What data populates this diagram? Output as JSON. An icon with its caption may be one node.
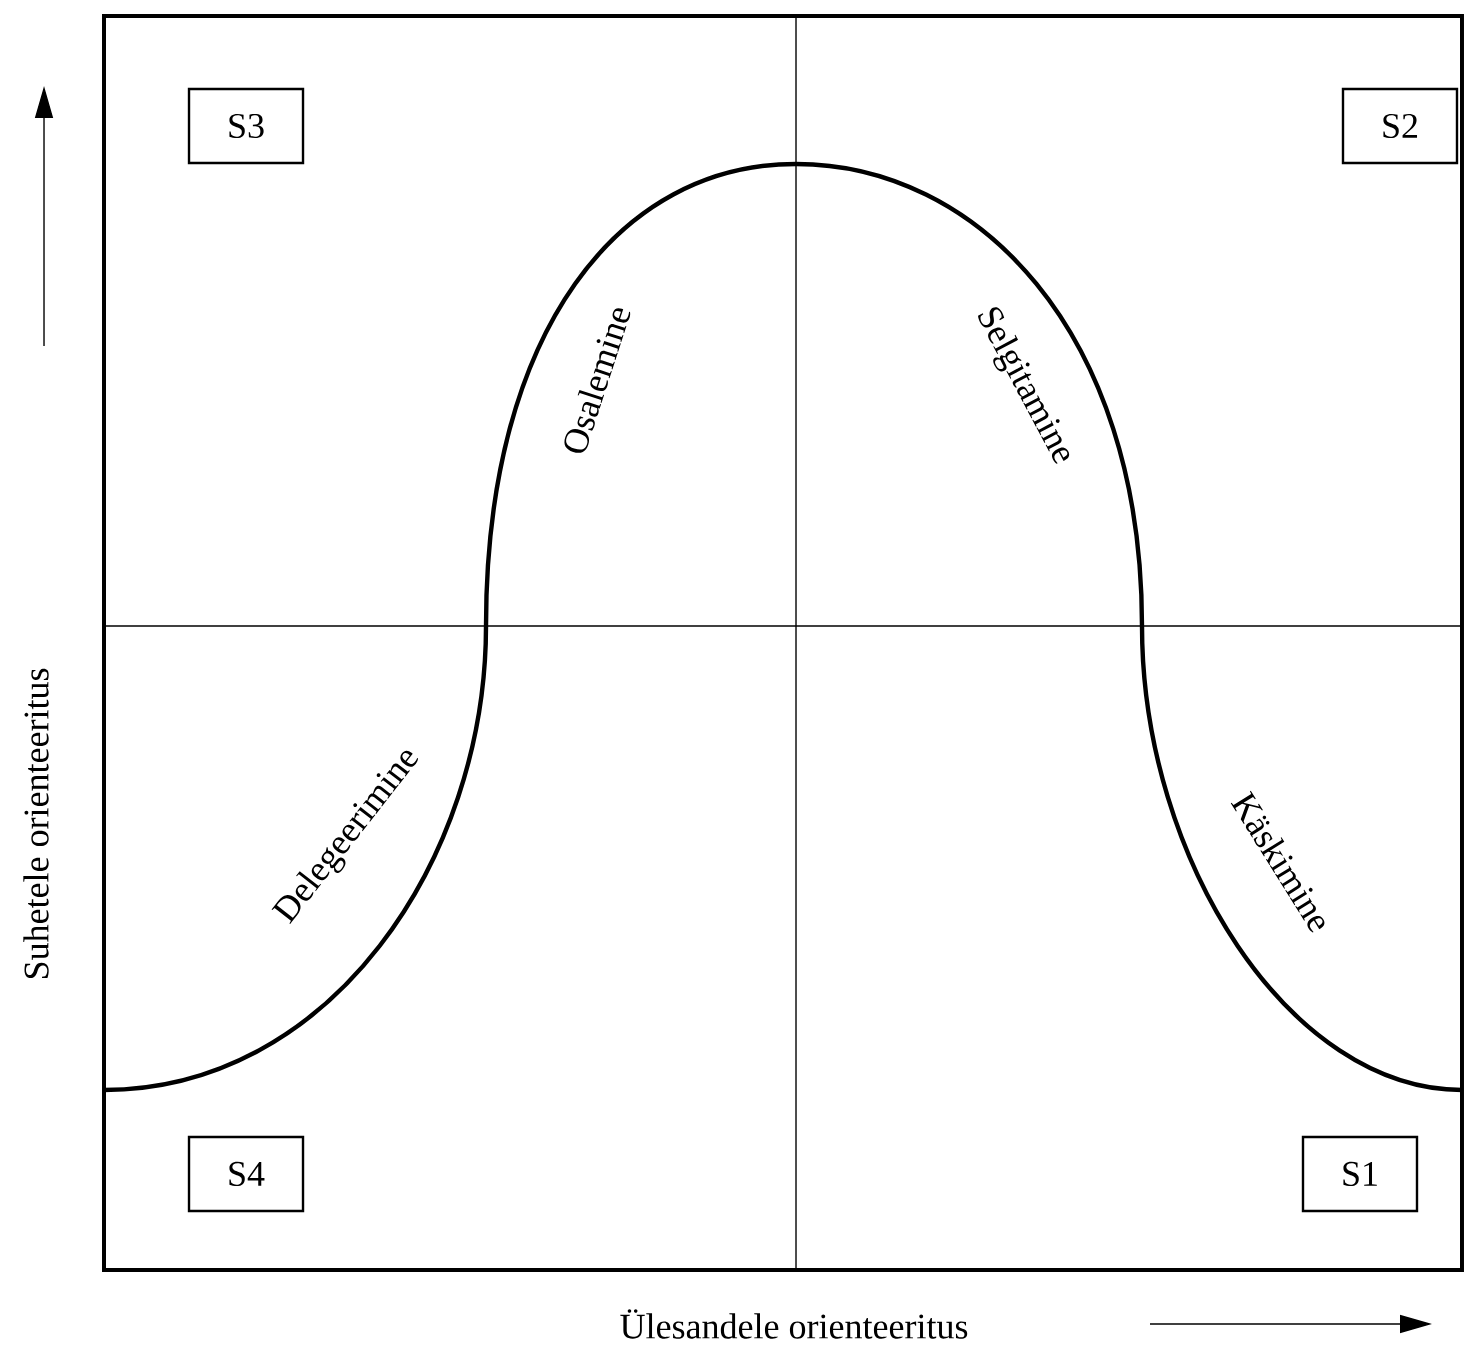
{
  "diagram": {
    "nodes": [
      {
        "text": [
          "S3"
        ]
      },
      {
        "text": [
          "S2"
        ]
      },
      {
        "text": [
          "S4"
        ]
      },
      {
        "text": [
          "S1"
        ]
      }
    ],
    "labels": [
      "Osalemine",
      "Selgitamine",
      "Delegeerimine",
      "Käskimine",
      "Suhetele orienteeritus",
      "Ülesandele orienteeritus"
    ]
  }
}
